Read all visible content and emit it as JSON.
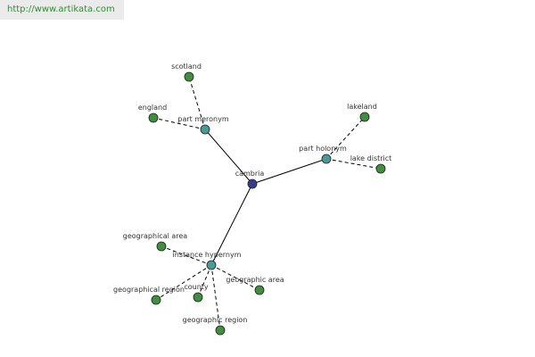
{
  "source_url": "http://www.artikata.com",
  "colors": {
    "url_text": "#2f8f2f",
    "center_node": "#3a3a8c",
    "relation_node": "#4a9a9a",
    "leaf_node": "#3f8f3f",
    "edge": "#000000"
  },
  "graph": {
    "center": {
      "id": "cambria",
      "label": "cambria",
      "kind": "center"
    },
    "relations": [
      {
        "id": "part-meronym",
        "label": "part meronym",
        "kind": "relation"
      },
      {
        "id": "part-holonym",
        "label": "part holonym",
        "kind": "relation"
      },
      {
        "id": "instance-hypernym",
        "label": "instance hypernym",
        "kind": "relation"
      }
    ],
    "leaves": [
      {
        "id": "scotland",
        "label": "scotland",
        "parent": "part-meronym"
      },
      {
        "id": "england",
        "label": "england",
        "parent": "part-meronym"
      },
      {
        "id": "lakeland",
        "label": "lakeland",
        "parent": "part-holonym"
      },
      {
        "id": "lake-district",
        "label": "lake district",
        "parent": "part-holonym"
      },
      {
        "id": "geographical-area",
        "label": "geographical area",
        "parent": "instance-hypernym"
      },
      {
        "id": "geographical-region",
        "label": "geographical region",
        "parent": "instance-hypernym"
      },
      {
        "id": "county",
        "label": "county",
        "parent": "instance-hypernym"
      },
      {
        "id": "geographic-area",
        "label": "geographic area",
        "parent": "instance-hypernym"
      },
      {
        "id": "geographic-region",
        "label": "geographic region",
        "parent": "instance-hypernym"
      }
    ]
  }
}
